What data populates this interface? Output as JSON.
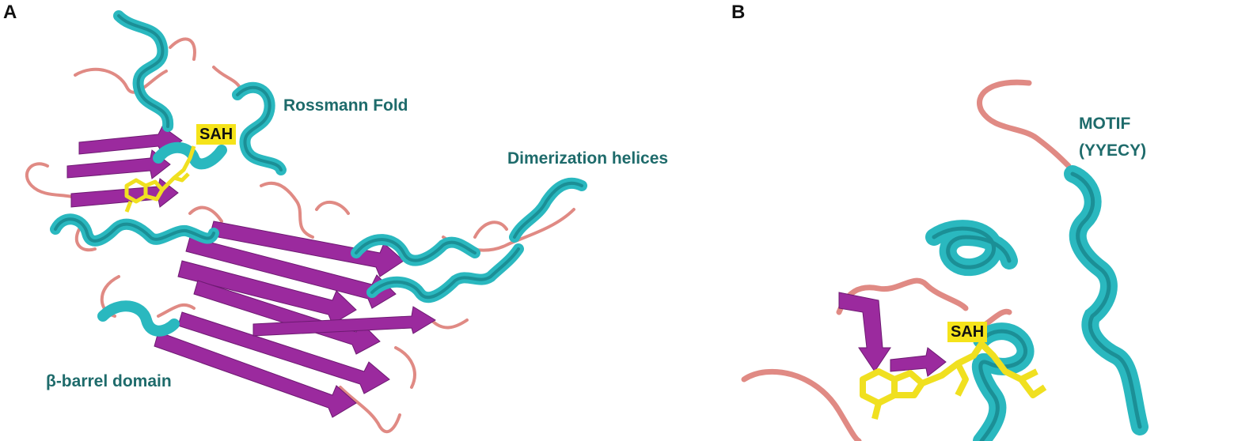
{
  "panel_a": {
    "letter": "A",
    "labels": {
      "rossmann": "Rossmann Fold",
      "dimerization": "Dimerization helices",
      "barrel": "β-barrel domain"
    },
    "ligand_tag": "SAH"
  },
  "panel_b": {
    "letter": "B",
    "motif_line1": "MOTIF",
    "motif_line2": "(YYECY)",
    "ligand_tag": "SAH"
  },
  "colors": {
    "helix": "#2ab8bf",
    "helix_dark": "#1b8f96",
    "strand": "#9b2a9e",
    "loop": "#e08a84",
    "ligand": "#f0e020",
    "label": "#1e6b6b"
  }
}
